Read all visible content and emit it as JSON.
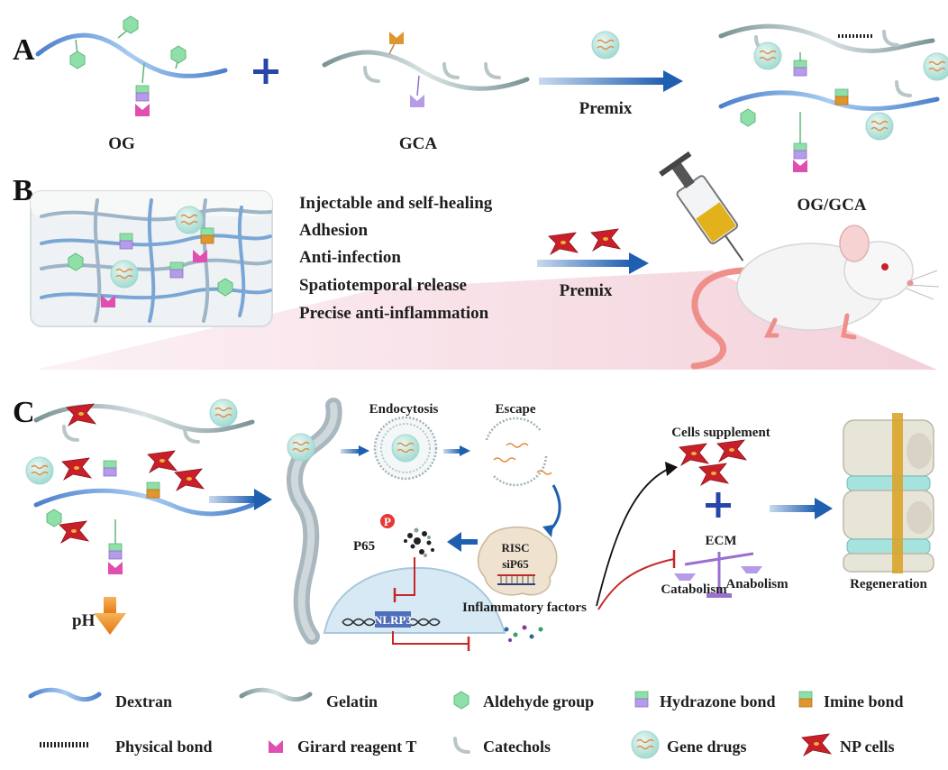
{
  "panels": {
    "a": "A",
    "b": "B",
    "c": "C"
  },
  "panel_a": {
    "og": "OG",
    "gca": "GCA",
    "premix": "Premix",
    "product": "OG/GCA"
  },
  "panel_b": {
    "properties": [
      "Injectable and self-healing",
      "Adhesion",
      "Anti-infection",
      "Spatiotemporal release",
      "Precise anti-inflammation"
    ],
    "premix": "Premix"
  },
  "panel_c": {
    "endocytosis": "Endocytosis",
    "escape": "Escape",
    "p_badge": "P",
    "p65": "P65",
    "risc": "RISC",
    "sip65": "siP65",
    "nlrp3": "NLRP3",
    "inflammatory": "Inflammatory factors",
    "cells_supplement": "Cells supplement",
    "ecm": "ECM",
    "catabolism": "Catabolism",
    "anabolism": "Anabolism",
    "regeneration": "Regeneration",
    "ph": "pH"
  },
  "legend": {
    "row1": [
      "Dextran",
      "Gelatin",
      "Aldehyde group",
      "Hydrazone bond",
      "Imine bond"
    ],
    "row2": [
      "Physical bond",
      "Girard reagent T",
      "Catechols",
      "Gene drugs",
      "NP cells"
    ]
  },
  "colors": {
    "dextran": "#5b8fd6",
    "gelatin": "#8fa3a6",
    "aldehyde": "#8fe0a8",
    "hydrazone": "#b59be8",
    "girard": "#e04fb0",
    "imine": "#e0962e",
    "np_cell": "#c8202a",
    "arrow": "#1f5fb0",
    "inhibit": "#c62828",
    "gene_drug": "#bfe8e0"
  }
}
